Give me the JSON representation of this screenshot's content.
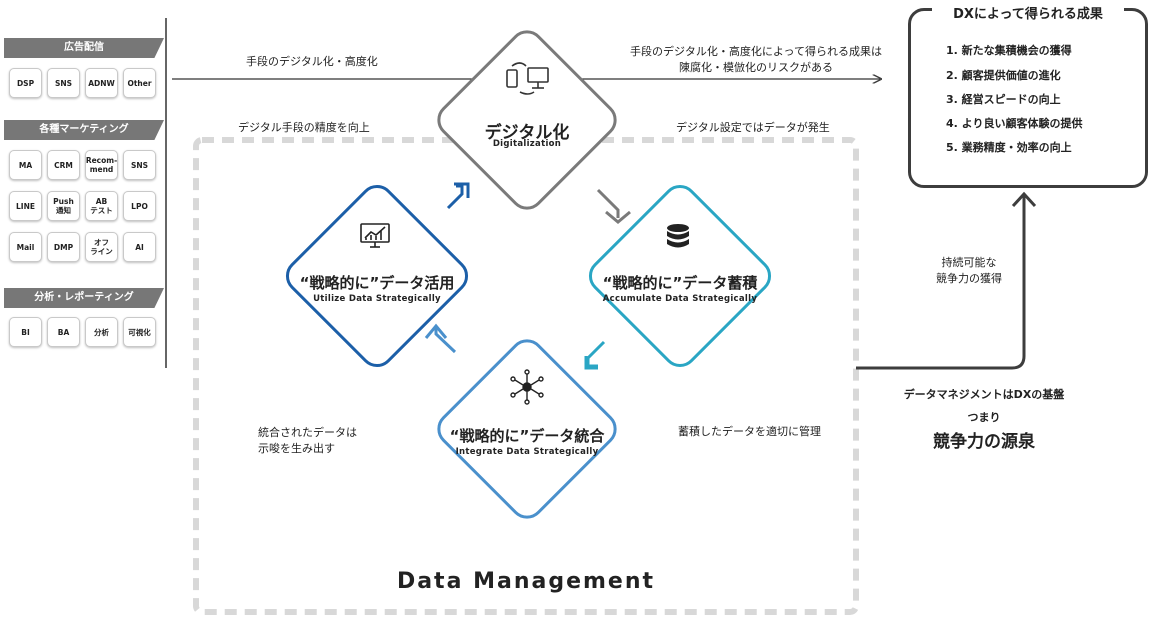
{
  "sidebar": {
    "categories": [
      {
        "title": "広告配信",
        "items": [
          "DSP",
          "SNS",
          "ADNW",
          "Other"
        ]
      },
      {
        "title": "各種マーケティング",
        "items": [
          "MA",
          "CRM",
          "Recom-\nmend",
          "SNS",
          "LINE",
          "Push\n通知",
          "AB\nテスト",
          "LPO",
          "Mail",
          "DMP",
          "オフ\nライン",
          "AI"
        ]
      },
      {
        "title": "分析・レポーティング",
        "items": [
          "BI",
          "BA",
          "分析",
          "可視化"
        ]
      }
    ]
  },
  "top_arrow": {
    "left_label": "手段のデジタル化・高度化",
    "right_label": "手段のデジタル化・高度化によって得られる成果は\n陳腐化・模倣化のリスクがある"
  },
  "labels": {
    "precision": "デジタル手段の精度を向上",
    "data_generated": "デジタル設定ではデータが発生",
    "suggestions": "統合されたデータは\n示唆を生み出す",
    "accumulate_manage": "蓄積したデータを適切に管理",
    "data_management": "Data Management"
  },
  "quadrants": {
    "top": {
      "title": "デジタル化",
      "subtitle": "Digitalization",
      "icon": "monitor-sync-icon",
      "color": "#7a7a7a"
    },
    "left": {
      "title": "“戦略的に”データ活用",
      "subtitle": "Utilize Data Strategically",
      "icon": "chart-monitor-icon",
      "color": "#1c5fa8"
    },
    "right": {
      "title": "“戦略的に”データ蓄積",
      "subtitle": "Accumulate Data Strategically",
      "icon": "database-icon",
      "color": "#2aa6c4"
    },
    "bottom": {
      "title": "“戦略的に”データ統合",
      "subtitle": "Integrate Data Strategically",
      "icon": "network-icon",
      "color": "#4a90cc"
    }
  },
  "results": {
    "title": "DXによって得られる成果",
    "items": [
      "1. 新たな集積機会の獲得",
      "2. 顧客提供価値の進化",
      "3. 経営スピードの向上",
      "4. より良い顧客体験の提供",
      "5. 業務精度・効率の向上"
    ]
  },
  "sustainable": "持続可能な\n競争力の獲得",
  "foundation": {
    "line1": "データマネジメントはDXの基盤",
    "line2": "つまり",
    "line3": "競争力の源泉"
  },
  "colors": {
    "gray": "#7a7a7a",
    "dark_blue": "#1c5fa8",
    "teal": "#2aa6c4",
    "mid_blue": "#4a90cc",
    "dashed": "#d8d8d8",
    "dark": "#3d3d3d"
  }
}
